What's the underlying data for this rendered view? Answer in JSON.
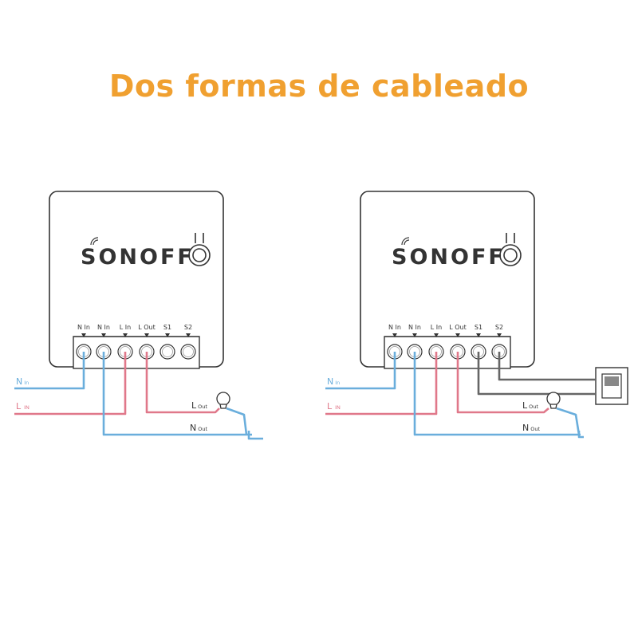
{
  "title": "Dos formas de cableado",
  "colors": {
    "title": "#f0a030",
    "neutral_wire": "#6aaedc",
    "live_wire": "#e0788a",
    "switch_wire": "#666666",
    "outline": "#333333"
  },
  "diagrams": [
    {
      "brand": "SONOFF",
      "terminals": [
        "N In",
        "N In",
        "L In",
        "L Out",
        "S1",
        "S2"
      ],
      "labels": {
        "n_in": {
          "letter": "N",
          "sub": "In"
        },
        "l_in": {
          "letter": "L",
          "sub": "IN"
        },
        "l_out": {
          "letter": "L",
          "sub": "Out"
        },
        "n_out": {
          "letter": "N",
          "sub": "Out"
        }
      }
    },
    {
      "brand": "SONOFF",
      "terminals": [
        "N In",
        "N In",
        "L In",
        "L Out",
        "S1",
        "S2"
      ],
      "labels": {
        "n_in": {
          "letter": "N",
          "sub": "In"
        },
        "l_in": {
          "letter": "L",
          "sub": "IN"
        },
        "l_out": {
          "letter": "L",
          "sub": "Out"
        },
        "n_out": {
          "letter": "N",
          "sub": "Out"
        }
      }
    }
  ]
}
